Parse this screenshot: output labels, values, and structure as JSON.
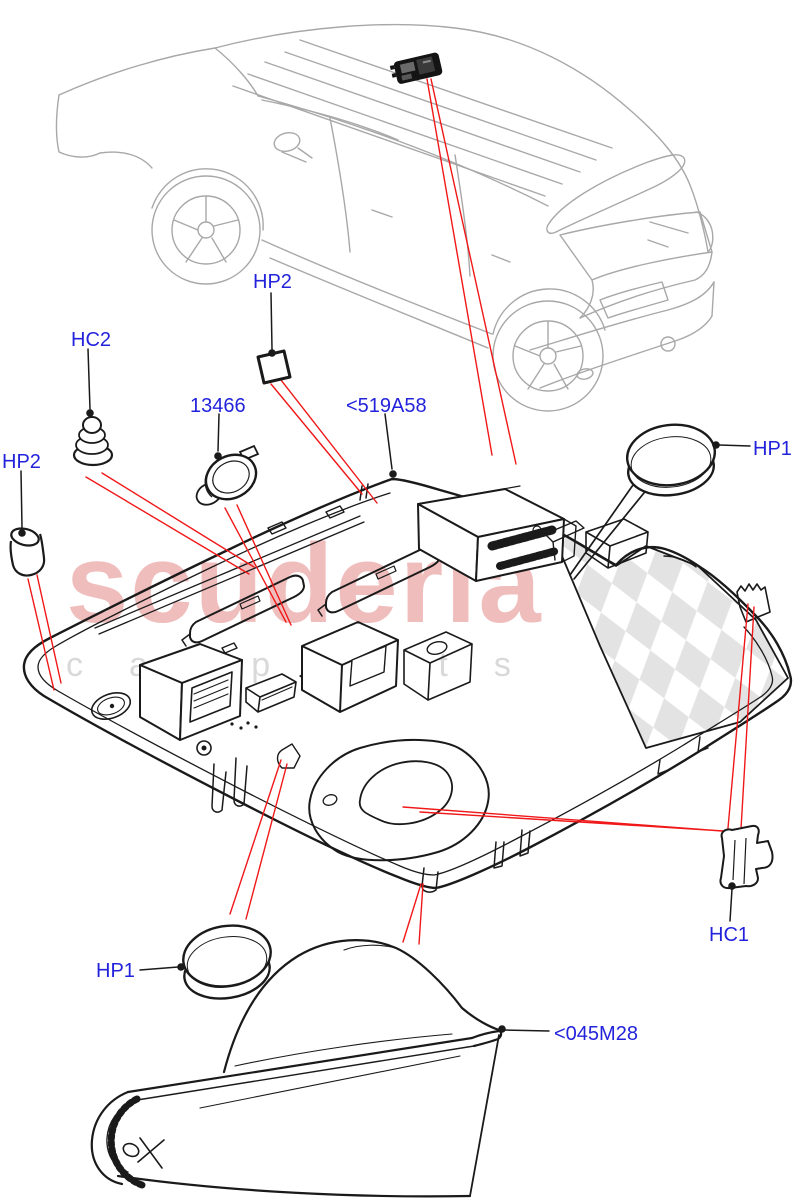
{
  "diagram": {
    "watermark": {
      "line1": "scuderia",
      "line2": "carparts"
    },
    "callouts": {
      "hp2_top": "HP2",
      "hc2": "HC2",
      "hp2_left": "HP2",
      "bulb_13466": "13466",
      "console_519a58": "<519A58",
      "hp1_right": "HP1",
      "hc1": "HC1",
      "hp1_bottom": "HP1",
      "bin_045m28": "<045M28"
    },
    "colors": {
      "label": "#2323DC",
      "leader_red": "#F01818",
      "line": "#1A1A1A",
      "car_line": "#A8A8A8",
      "watermark_pink": "#F0BDBD",
      "watermark_gray": "#D9D9D9",
      "checker": "#E3E3E3"
    }
  }
}
